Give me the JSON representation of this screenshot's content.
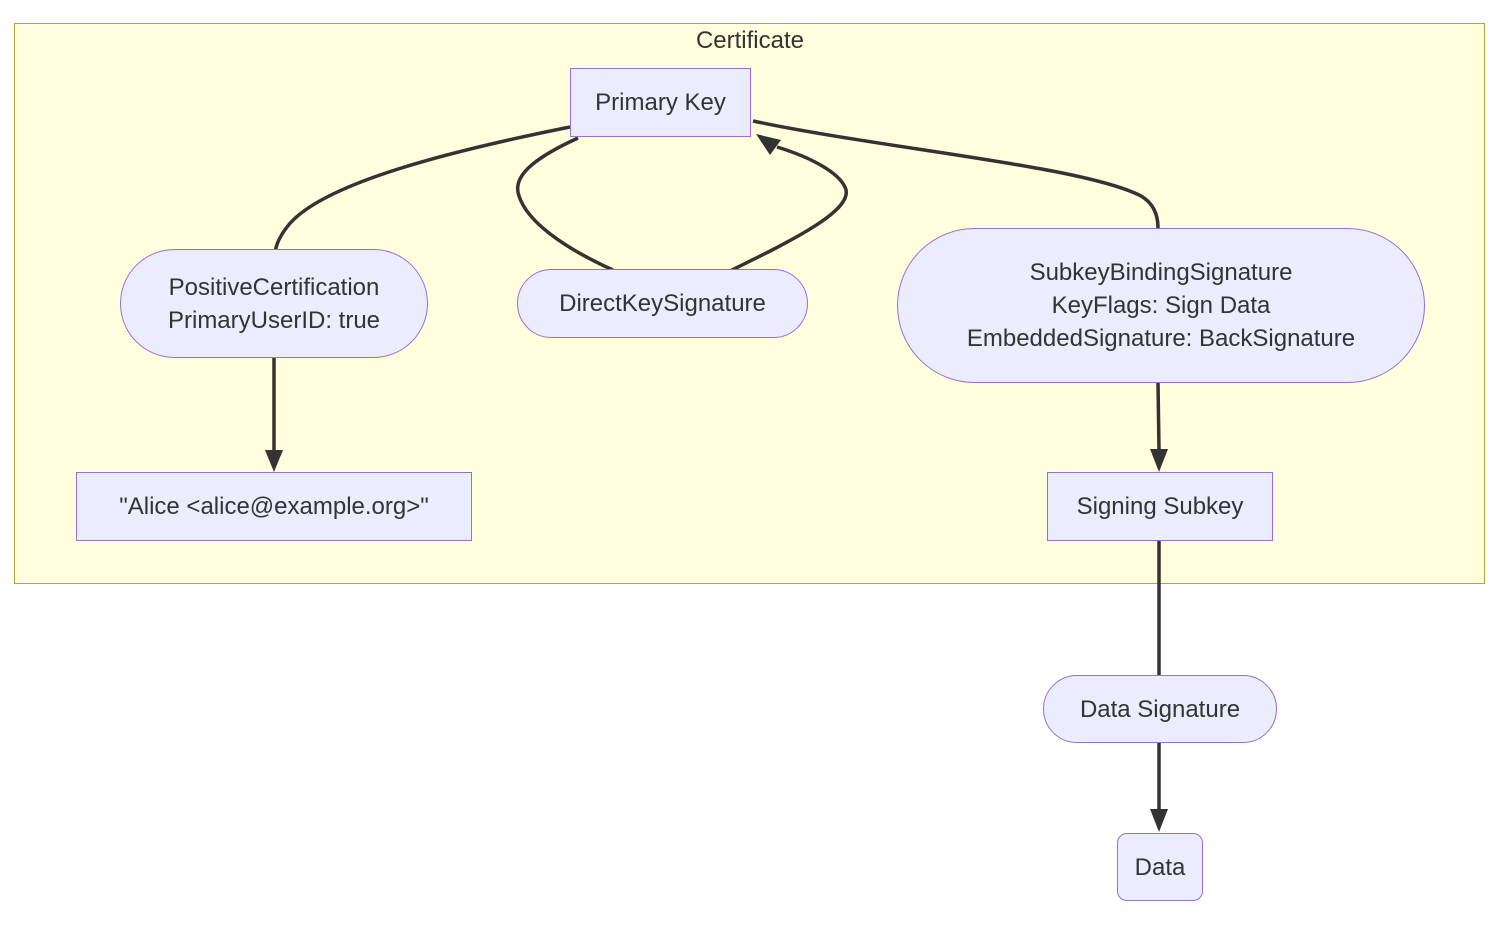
{
  "diagram": {
    "type": "flowchart",
    "title": "Certificate",
    "colors": {
      "cluster_fill": "#ffffde",
      "cluster_border": "#aaaa33",
      "node_fill": "#ECECFF",
      "node_border": "#9370DB",
      "edge": "#333333",
      "text": "#333333"
    },
    "nodes": {
      "primary_key": {
        "label": "Primary Key",
        "shape": "rect"
      },
      "positive_certification": {
        "lines": [
          "PositiveCertification",
          "PrimaryUserID: true"
        ],
        "shape": "stadium"
      },
      "direct_key_signature": {
        "label": "DirectKeySignature",
        "shape": "stadium"
      },
      "subkey_binding_signature": {
        "lines": [
          "SubkeyBindingSignature",
          "KeyFlags: Sign Data",
          "EmbeddedSignature: BackSignature"
        ],
        "shape": "stadium"
      },
      "user_id": {
        "label": "\"Alice <alice@example.org>\"",
        "shape": "rect"
      },
      "signing_subkey": {
        "label": "Signing Subkey",
        "shape": "rect"
      },
      "data_signature": {
        "label": "Data Signature",
        "shape": "stadium"
      },
      "data": {
        "label": "Data",
        "shape": "rounded"
      }
    },
    "edges": [
      {
        "from": "primary_key",
        "to": "positive_certification",
        "arrowhead": false
      },
      {
        "from": "positive_certification",
        "to": "user_id",
        "arrowhead": true
      },
      {
        "from": "primary_key",
        "to": "direct_key_signature",
        "arrowhead": false
      },
      {
        "from": "direct_key_signature",
        "to": "primary_key",
        "arrowhead": true
      },
      {
        "from": "subkey_binding_signature",
        "to": "primary_key",
        "arrowhead": false
      },
      {
        "from": "subkey_binding_signature",
        "to": "signing_subkey",
        "arrowhead": true
      },
      {
        "from": "signing_subkey",
        "to": "data_signature",
        "arrowhead": false
      },
      {
        "from": "data_signature",
        "to": "data",
        "arrowhead": true
      }
    ]
  }
}
